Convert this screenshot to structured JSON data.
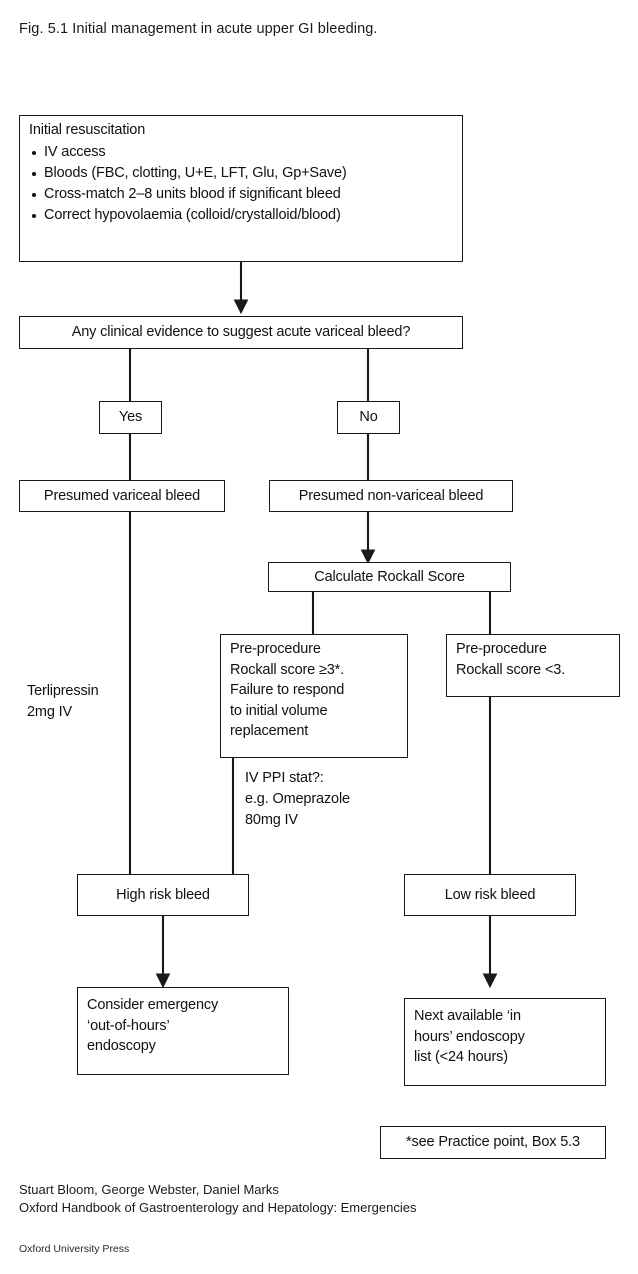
{
  "figure": {
    "caption": "Fig. 5.1 Initial management in acute upper GI bleeding."
  },
  "chart_data": {
    "type": "diagram",
    "diagram_kind": "clinical-flowchart",
    "title": "Fig. 5.1 Initial management in acute upper GI bleeding.",
    "nodes": [
      {
        "id": "resus",
        "label": "Initial resuscitation",
        "boxed": true
      },
      {
        "id": "decision",
        "label": "Any clinical evidence to suggest acute variceal bleed?",
        "boxed": true
      },
      {
        "id": "yes",
        "label": "Yes",
        "boxed": true
      },
      {
        "id": "no",
        "label": "No",
        "boxed": true
      },
      {
        "id": "variceal",
        "label": "Presumed variceal bleed",
        "boxed": true
      },
      {
        "id": "nonvariceal",
        "label": "Presumed non-variceal bleed",
        "boxed": true
      },
      {
        "id": "rockall",
        "label": "Calculate Rockall Score",
        "boxed": true
      },
      {
        "id": "rockall-high",
        "label": "Pre-procedure Rockall score ≥3*. Failure to respond to initial volume replacement",
        "boxed": true
      },
      {
        "id": "rockall-low",
        "label": "Pre-procedure Rockall score <3.",
        "boxed": true
      },
      {
        "id": "terlipressin",
        "label": "Terlipressin 2mg IV",
        "boxed": false
      },
      {
        "id": "ppi",
        "label": "IV PPI stat?: e.g. Omeprazole 80mg IV",
        "boxed": false
      },
      {
        "id": "high-risk",
        "label": "High risk bleed",
        "boxed": true
      },
      {
        "id": "low-risk",
        "label": "Low risk bleed",
        "boxed": true
      },
      {
        "id": "emergency-endoscopy",
        "label": "Consider emergency ‘out-of-hours’ endoscopy",
        "boxed": true
      },
      {
        "id": "in-hours-endoscopy",
        "label": "Next available ‘in hours’ endoscopy list (<24 hours)",
        "boxed": true
      },
      {
        "id": "footnote",
        "label": "*see Practice point, Box 5.3",
        "boxed": true
      }
    ],
    "edges": [
      {
        "from": "resus",
        "to": "decision",
        "arrow": true
      },
      {
        "from": "decision",
        "to": "yes",
        "arrow": false
      },
      {
        "from": "decision",
        "to": "no",
        "arrow": false
      },
      {
        "from": "yes",
        "to": "variceal",
        "arrow": false
      },
      {
        "from": "no",
        "to": "nonvariceal",
        "arrow": false
      },
      {
        "from": "nonvariceal",
        "to": "rockall",
        "arrow": true
      },
      {
        "from": "rockall",
        "to": "rockall-high",
        "arrow": false
      },
      {
        "from": "rockall",
        "to": "rockall-low",
        "arrow": false
      },
      {
        "from": "variceal",
        "to": "high-risk",
        "arrow": false
      },
      {
        "from": "rockall-high",
        "to": "high-risk",
        "arrow": false
      },
      {
        "from": "rockall-low",
        "to": "low-risk",
        "arrow": false
      },
      {
        "from": "high-risk",
        "to": "emergency-endoscopy",
        "arrow": true
      },
      {
        "from": "low-risk",
        "to": "in-hours-endoscopy",
        "arrow": true
      }
    ]
  },
  "nodes": {
    "resuscitation": {
      "heading": "Initial resuscitation",
      "bullets": [
        "IV access",
        "Bloods (FBC, clotting, U+E, LFT, Glu, Gp+Save)",
        "Cross-match 2–8 units blood if significant bleed",
        "Correct hypovolaemia (colloid/crystalloid/blood)"
      ]
    },
    "decision": {
      "label": "Any clinical evidence to suggest acute variceal bleed?"
    },
    "yes": {
      "label": "Yes"
    },
    "no": {
      "label": "No"
    },
    "variceal": {
      "label": "Presumed variceal bleed"
    },
    "non_variceal": {
      "label": "Presumed non-variceal bleed"
    },
    "rockall": {
      "label": "Calculate Rockall Score"
    },
    "rockall_high": {
      "label": "Pre-procedure\nRockall score ≥3*.\nFailure to respond\nto initial volume\nreplacement"
    },
    "rockall_low": {
      "label": "Pre-procedure\nRockall score <3."
    },
    "terlipressin": {
      "label": "Terlipressin\n2mg IV"
    },
    "ppi": {
      "label": "IV PPI stat?:\ne.g. Omeprazole\n80mg IV"
    },
    "high_risk": {
      "label": "High risk bleed"
    },
    "low_risk": {
      "label": "Low risk bleed"
    },
    "emergency_endoscopy": {
      "label": "Consider emergency\n‘out-of-hours’\nendoscopy"
    },
    "in_hours_endoscopy": {
      "label": "Next available ‘in\nhours’ endoscopy\nlist (<24 hours)"
    },
    "footnote": {
      "label": "*see Practice point, Box 5.3"
    }
  },
  "credits": {
    "authors": "Stuart Bloom, George Webster, Daniel Marks",
    "source": "Oxford Handbook of Gastroenterology and Hepatology: Emergencies",
    "publisher": "Oxford University Press"
  },
  "colors": {
    "stroke": "#1a1a1a",
    "text": "#111111",
    "background": "#ffffff"
  }
}
